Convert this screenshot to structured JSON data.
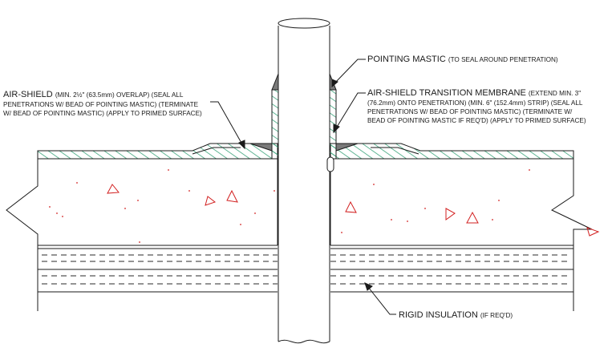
{
  "labels": {
    "pointing_mastic": {
      "main": "POINTING MASTIC",
      "note": "(TO SEAL AROUND PENETRATION)"
    },
    "air_shield": {
      "main": "AIR-SHIELD",
      "note_line1": "(MIN. 2½\" (63.5mm) OVERLAP) (SEAL ALL",
      "line2": "PENETRATIONS W/ BEAD OF POINTING MASTIC) (TERMINATE",
      "line3": "W/ BEAD OF POINTING MASTIC) (APPLY TO PRIMED SURFACE)"
    },
    "transition_membrane": {
      "main": "AIR-SHIELD TRANSITION MEMBRANE",
      "note_line1": "(EXTEND MIN. 3\"",
      "line2": "(76.2mm) ONTO PENETRATION) (MIN. 6\" (152.4mm) STRIP) (SEAL ALL",
      "line3": "PENETRATIONS W/ BEAD OF POINTING MASTIC) (TERMINATE W/",
      "line4": "BEAD OF POINTING MASTIC IF REQ'D) (APPLY TO PRIMED SURFACE)"
    },
    "rigid_insulation": {
      "main": "RIGID INSULATION",
      "note": "(IF REQ'D)"
    }
  },
  "colors": {
    "line": "#1a1a1a",
    "membrane_hatch": "#3aa37a",
    "aggregate": "#d22020",
    "mastic": "#7a7a7a"
  }
}
